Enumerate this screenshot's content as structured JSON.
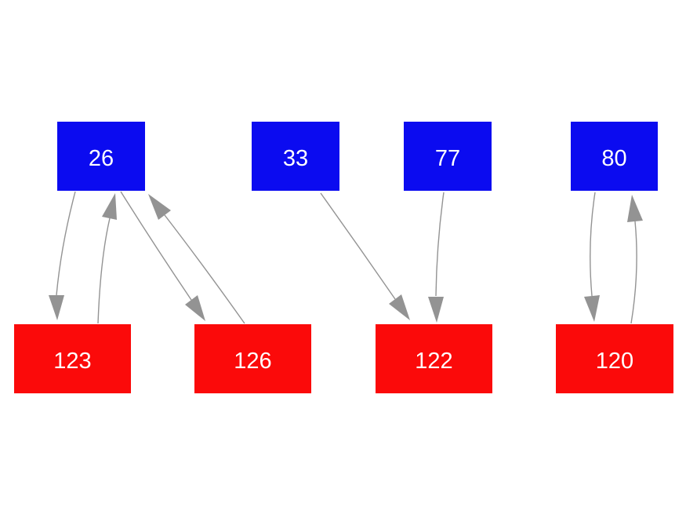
{
  "diagram": {
    "colors": {
      "top_node": "#0b0bf0",
      "bottom_node": "#fb0a0a",
      "edge": "#939393",
      "label_text": "#ffffff",
      "background": "#ffffff"
    },
    "nodes": [
      {
        "id": "26",
        "label": "26",
        "row": "top"
      },
      {
        "id": "33",
        "label": "33",
        "row": "top"
      },
      {
        "id": "77",
        "label": "77",
        "row": "top"
      },
      {
        "id": "80",
        "label": "80",
        "row": "top"
      },
      {
        "id": "123",
        "label": "123",
        "row": "bottom"
      },
      {
        "id": "126",
        "label": "126",
        "row": "bottom"
      },
      {
        "id": "122",
        "label": "122",
        "row": "bottom"
      },
      {
        "id": "120",
        "label": "120",
        "row": "bottom"
      }
    ],
    "edges": [
      {
        "from": "26",
        "to": "123"
      },
      {
        "from": "123",
        "to": "26"
      },
      {
        "from": "26",
        "to": "126"
      },
      {
        "from": "126",
        "to": "26"
      },
      {
        "from": "33",
        "to": "122"
      },
      {
        "from": "77",
        "to": "122"
      },
      {
        "from": "80",
        "to": "120"
      },
      {
        "from": "120",
        "to": "80"
      }
    ]
  }
}
